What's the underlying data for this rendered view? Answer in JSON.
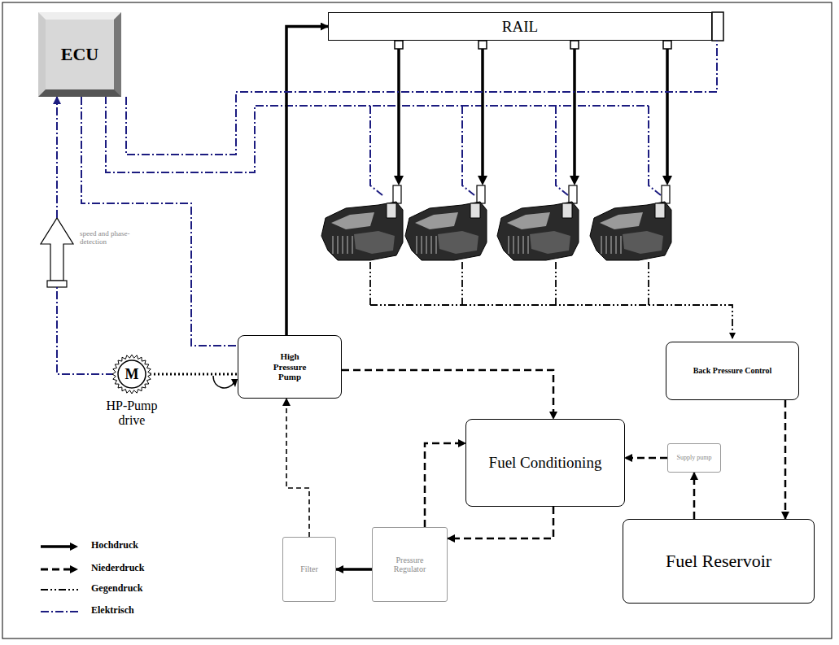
{
  "diagram": {
    "nodes": [
      {
        "text": [
          "ECU"
        ]
      },
      {
        "text": [
          "RAIL"
        ]
      },
      {
        "text": [
          "High Pressure Pump"
        ]
      },
      {
        "text": [
          "Fuel Conditioning"
        ]
      },
      {
        "text": [
          "Back Pressure Control"
        ]
      },
      {
        "text": [
          "Supply pump"
        ]
      },
      {
        "text": [
          "Fuel Reservoir"
        ]
      },
      {
        "text": [
          "Pressure Regulator"
        ]
      },
      {
        "text": [
          "Filter"
        ]
      },
      {
        "text": [
          "M",
          "HP-Pump drive"
        ]
      }
    ],
    "edges": [
      {
        "from": 2,
        "to": 1,
        "arrow": "to"
      },
      {
        "from": 2,
        "to": 3,
        "arrow": "to"
      },
      {
        "from": 3,
        "to": 7,
        "arrow": "to"
      },
      {
        "from": 7,
        "to": 8,
        "arrow": "to"
      },
      {
        "from": 8,
        "to": 2,
        "arrow": "to"
      },
      {
        "from": 7,
        "to": 3,
        "arrow": "to"
      },
      {
        "from": 5,
        "to": 3,
        "arrow": "to"
      },
      {
        "from": 6,
        "to": 5,
        "arrow": "to"
      },
      {
        "from": 4,
        "to": 6,
        "arrow": "to"
      },
      {
        "from": 0,
        "to": 1,
        "arrow": "none"
      },
      {
        "from": 0,
        "to": 2,
        "arrow": "none"
      },
      {
        "from": 9,
        "to": 0,
        "arrow": "to"
      },
      {
        "from": 9,
        "to": 2,
        "arrow": "none"
      }
    ],
    "labels": [
      "speed and phase-detection"
    ],
    "legend": [
      {
        "text": "Hochdruck"
      },
      {
        "text": "Niederdruck"
      },
      {
        "text": "Gegendruck"
      },
      {
        "text": "Elektrisch"
      }
    ]
  }
}
